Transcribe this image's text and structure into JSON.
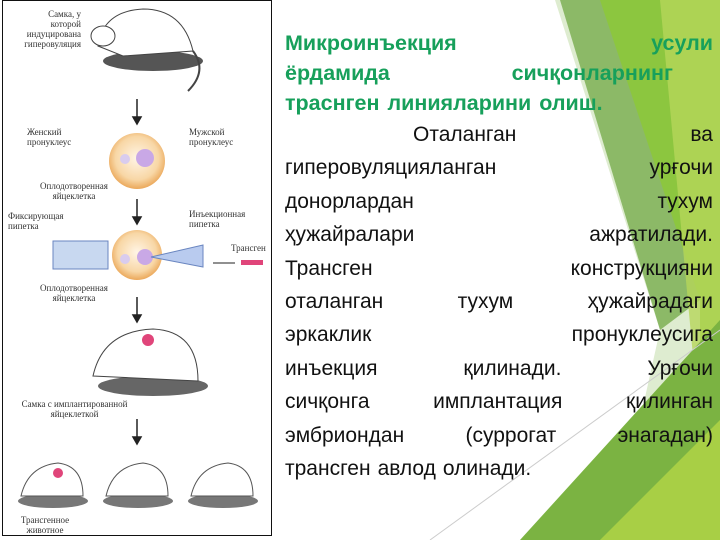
{
  "colors": {
    "title": "#17a05b",
    "body": "#111111",
    "accent_green": "#8cc63f",
    "dark_green": "#4e8a2a",
    "egg": "#f6c98a",
    "pronucleus": "#c9a8e6",
    "transgene": "#e0457a"
  },
  "figure": {
    "labels": {
      "female_donor": "Самка, у которой индуцирована гиперовуляция",
      "female_pronucleus": "Женский пронуклеус",
      "male_pronucleus": "Мужской пронуклеус",
      "fertilized_egg_1": "Оплодотворенная яйцеклетка",
      "holding_pipette": "Фиксирующая пипетка",
      "injection_pipette": "Инъекционная пипетка",
      "transgene": "Трансген",
      "fertilized_egg_2": "Оплодотворенная яйцеклетка",
      "implanted_female": "Самка с имплантированной яйцеклеткой",
      "transgenic_animal": "Трансгенное животное"
    }
  },
  "title_lines": [
    [
      "Микроинъекция",
      "усули"
    ],
    [
      "ёрдамида",
      "сичқонларнинг"
    ],
    [
      "траснген",
      "линияларини",
      "олиш."
    ]
  ],
  "body_lines": [
    [
      "Оталанган",
      "ва"
    ],
    [
      "гиперовуляцияланган",
      "урғочи"
    ],
    [
      "донорлардан",
      "тухум"
    ],
    [
      "ҳужайралари",
      "ажратилади."
    ],
    [
      "Трансген",
      "конструкцияни"
    ],
    [
      "оталанган",
      "тухум",
      "ҳужайрадаги"
    ],
    [
      "эркаклик",
      "пронуклеусига"
    ],
    [
      "инъекция",
      "қилинади.",
      "Урғочи"
    ],
    [
      "сичқонга",
      "имплантация",
      "қилинган"
    ],
    [
      "эмбриондан",
      "(суррогат",
      "энагадан)"
    ],
    [
      "трансген",
      "авлод",
      "олинади."
    ]
  ]
}
